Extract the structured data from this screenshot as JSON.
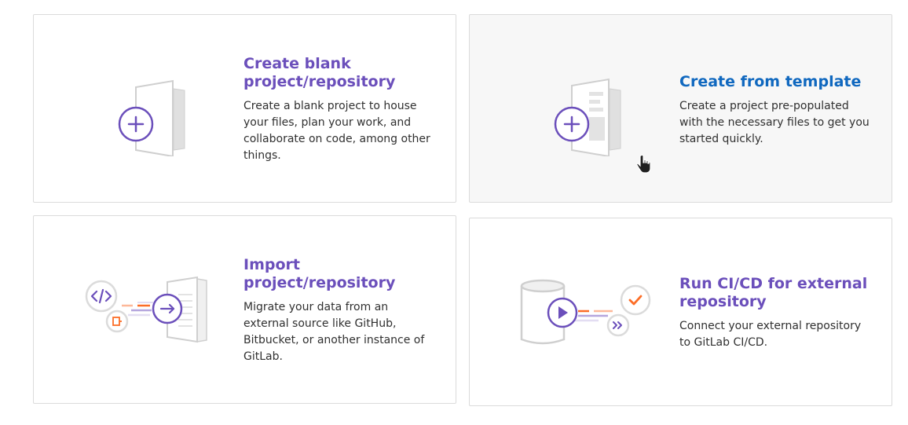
{
  "cards": [
    {
      "title": "Create blank project/repository",
      "description": "Create a blank project to house your files, plan your work, and collaborate on code, among other things."
    },
    {
      "title": "Create from template",
      "description": "Create a project pre-populated with the necessary files to get you started quickly."
    },
    {
      "title": "Import project/repository",
      "description": "Migrate your data from an external source like GitHub, Bitbucket, or another instance of GitLab."
    },
    {
      "title": "Run CI/CD for external repository",
      "description": "Connect your external repository to GitLab CI/CD."
    }
  ],
  "colors": {
    "purple": "#6b4fbb",
    "link_blue": "#1068bf",
    "orange": "#fc6d26",
    "border": "#dbdbdb"
  },
  "icons": {
    "blank": "plus-icon",
    "template": "plus-icon",
    "import": "arrow-right-icon",
    "cicd": "play-icon"
  }
}
